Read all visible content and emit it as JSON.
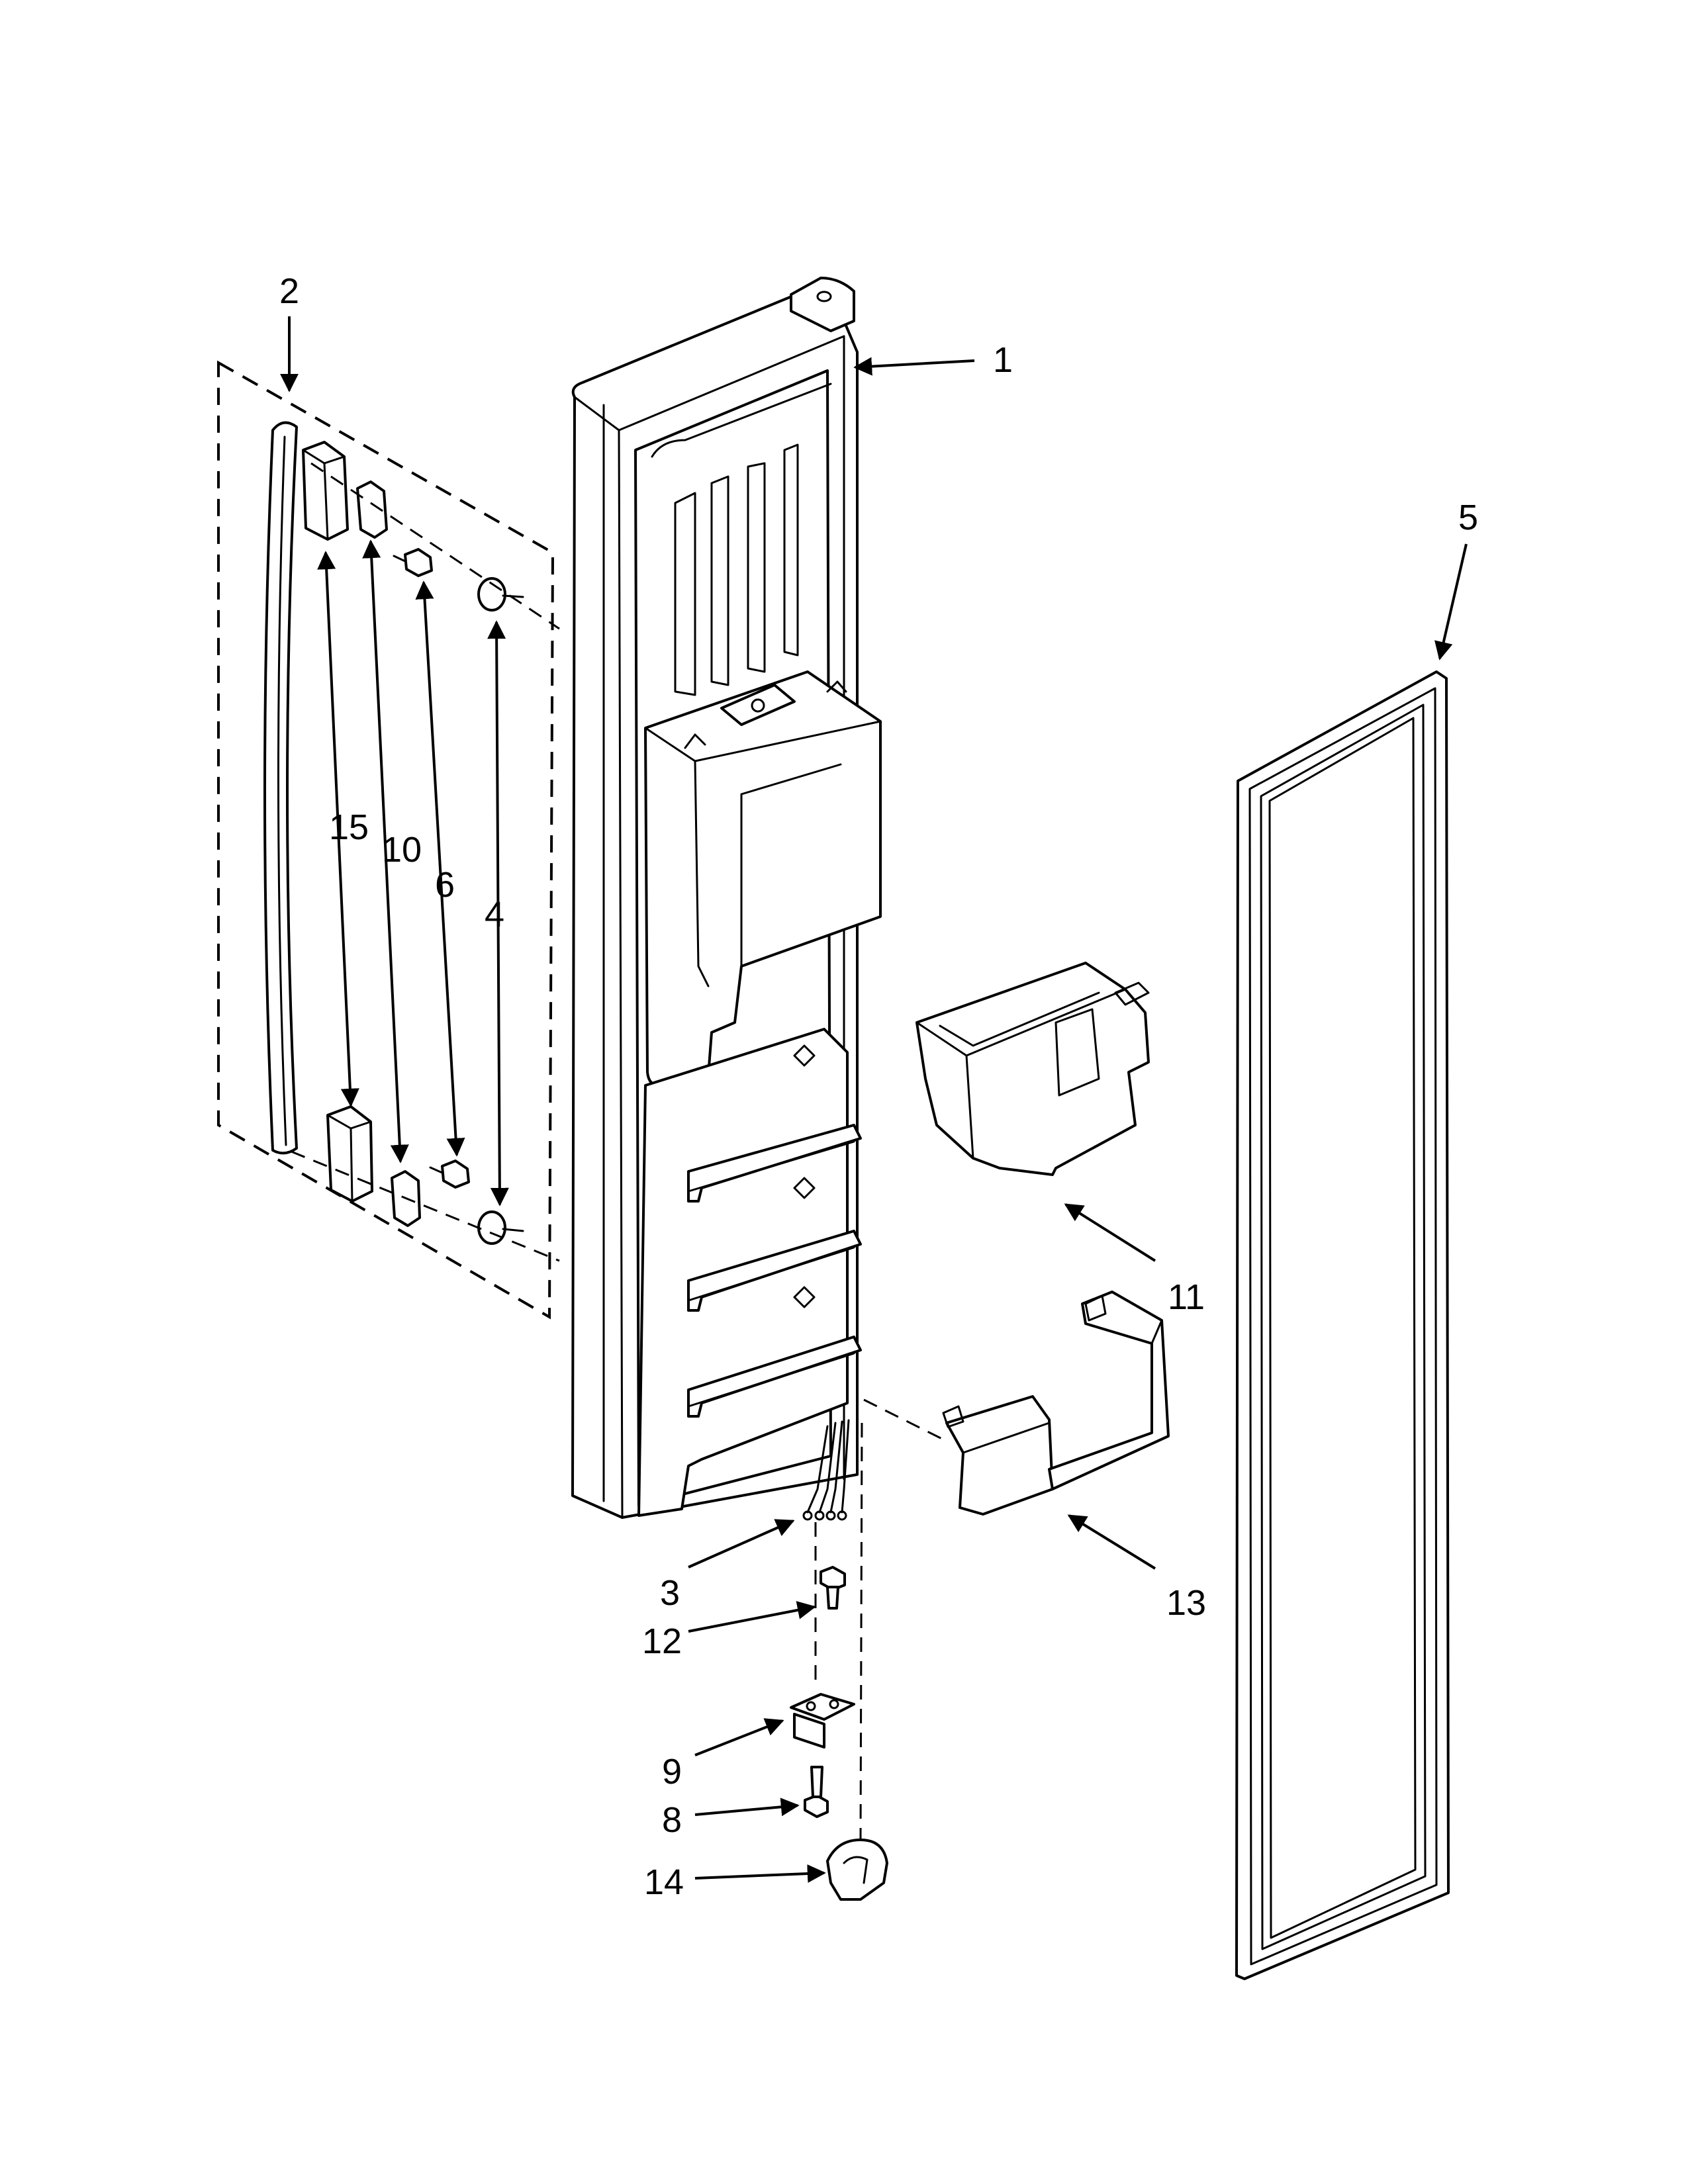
{
  "callouts": [
    {
      "id": "1",
      "label": "1"
    },
    {
      "id": "2",
      "label": "2"
    },
    {
      "id": "3",
      "label": "3"
    },
    {
      "id": "4",
      "label": "4"
    },
    {
      "id": "5",
      "label": "5"
    },
    {
      "id": "6",
      "label": "6"
    },
    {
      "id": "8",
      "label": "8"
    },
    {
      "id": "9",
      "label": "9"
    },
    {
      "id": "10",
      "label": "10"
    },
    {
      "id": "11",
      "label": "11"
    },
    {
      "id": "12",
      "label": "12"
    },
    {
      "id": "13",
      "label": "13"
    },
    {
      "id": "14",
      "label": "14"
    },
    {
      "id": "15",
      "label": "15"
    }
  ]
}
